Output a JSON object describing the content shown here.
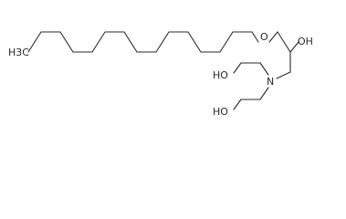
{
  "labels": {
    "methyl": "H3C",
    "ether_oxygen": "O",
    "secondary_hydroxyl": "OH",
    "amine_nitrogen": "N",
    "hydroxyl_upper": "HO",
    "hydroxyl_lower": "HO"
  },
  "colors": {
    "bond": "#2a2a2a",
    "background": "#ffffff"
  }
}
